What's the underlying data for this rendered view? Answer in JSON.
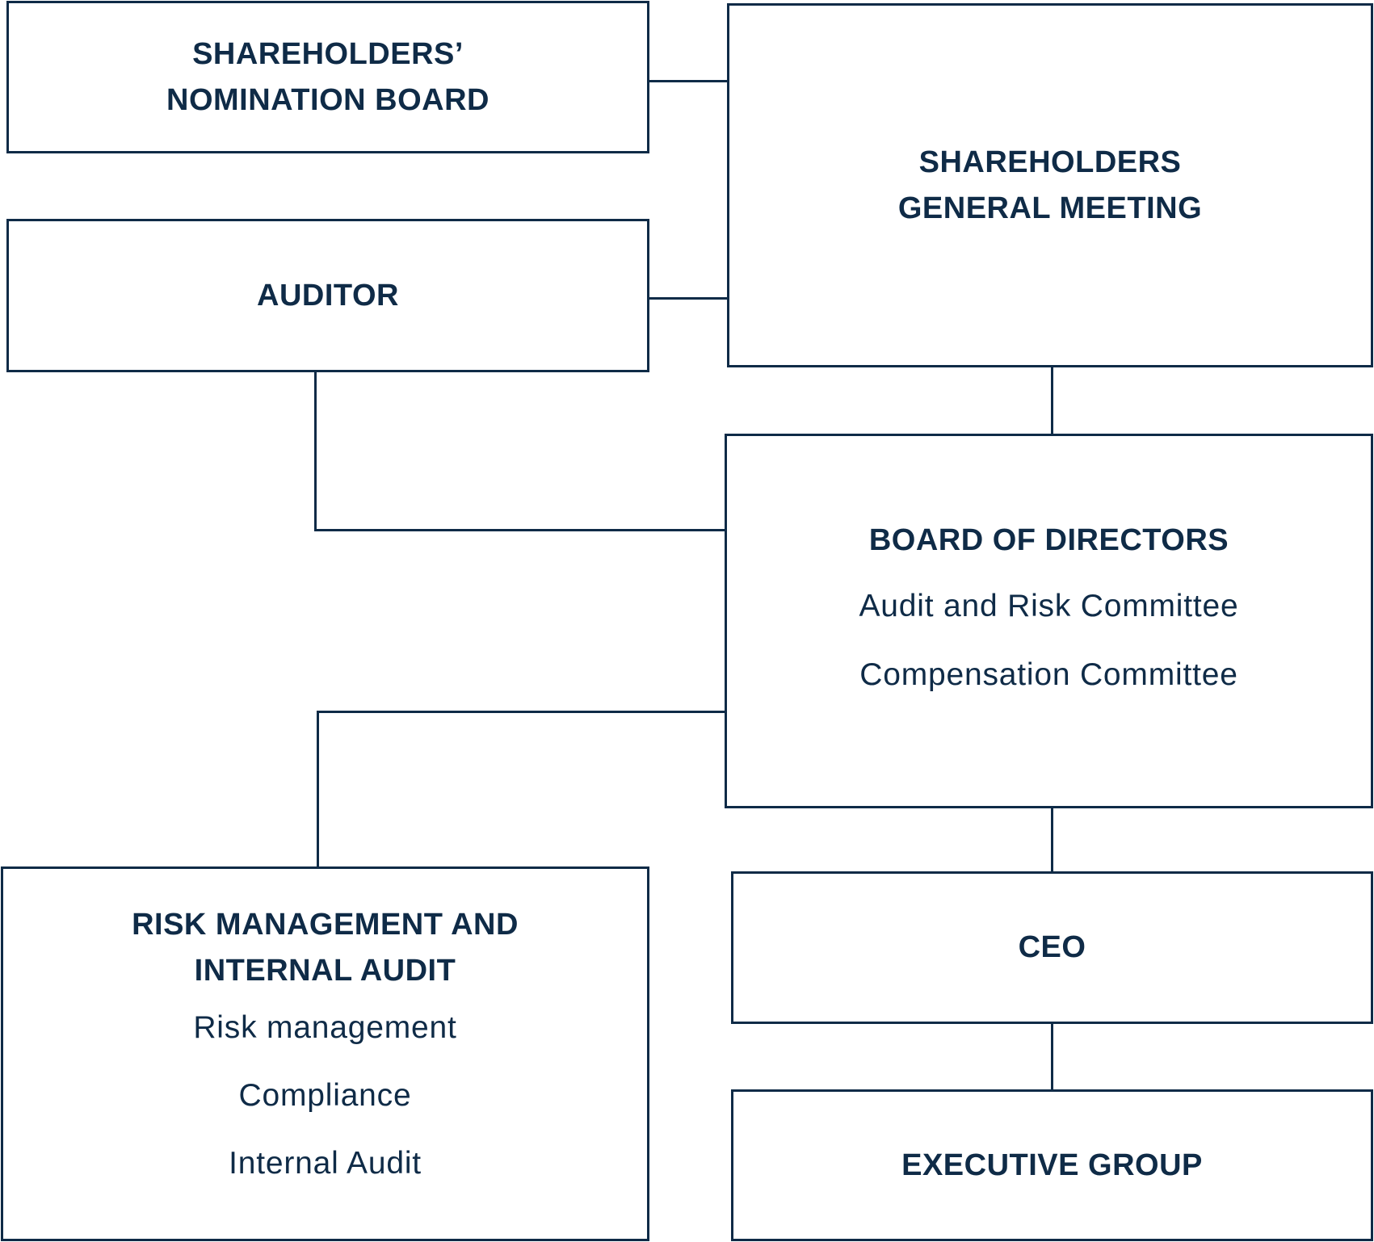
{
  "diagram": {
    "type": "org-chart",
    "colors": {
      "line": "#0f2b47",
      "text": "#0f2b47",
      "background": "#ffffff"
    },
    "nodes": {
      "nomination_board": {
        "title_lines": [
          "SHAREHOLDERS’",
          "NOMINATION BOARD"
        ]
      },
      "auditor": {
        "title_lines": [
          "AUDITOR"
        ]
      },
      "general_meeting": {
        "title_lines": [
          "SHAREHOLDERS",
          "GENERAL MEETING"
        ]
      },
      "board_of_directors": {
        "title_lines": [
          "BOARD OF DIRECTORS"
        ],
        "items": [
          "Audit and Risk Committee",
          "Compensation Committee"
        ]
      },
      "ceo": {
        "title_lines": [
          "CEO"
        ]
      },
      "executive_group": {
        "title_lines": [
          "EXECUTIVE GROUP"
        ]
      },
      "risk_internal_audit": {
        "title_lines": [
          "RISK MANAGEMENT AND",
          "INTERNAL AUDIT"
        ],
        "items": [
          "Risk management",
          "Compliance",
          "Internal Audit"
        ]
      }
    },
    "edges": [
      {
        "from": "nomination_board",
        "to": "general_meeting"
      },
      {
        "from": "auditor",
        "to": "general_meeting"
      },
      {
        "from": "general_meeting",
        "to": "board_of_directors"
      },
      {
        "from": "auditor",
        "to": "board_of_directors"
      },
      {
        "from": "board_of_directors",
        "to": "risk_internal_audit"
      },
      {
        "from": "board_of_directors",
        "to": "ceo"
      },
      {
        "from": "ceo",
        "to": "executive_group"
      }
    ]
  }
}
